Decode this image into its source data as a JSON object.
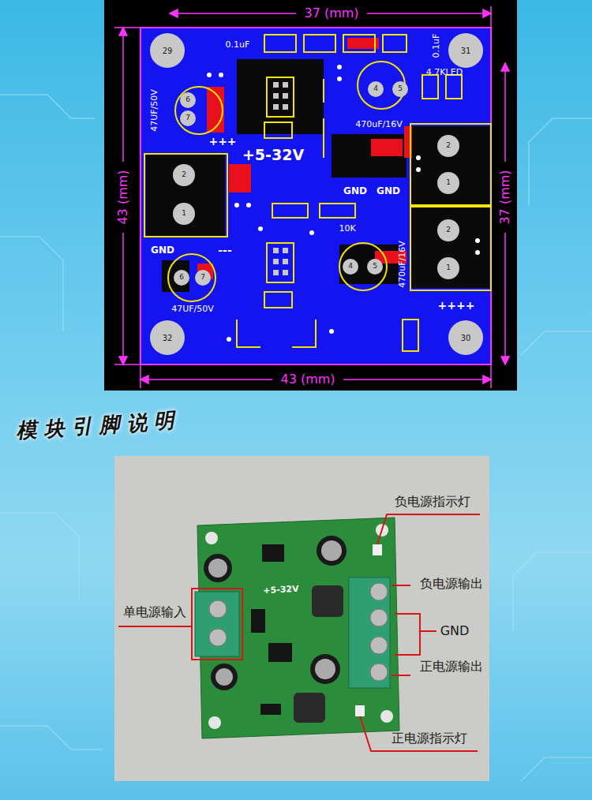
{
  "diagram": {
    "title": "模块引脚说明",
    "labels": [
      "37 (mm)",
      "43 (mm)",
      "37 (mm)",
      "43 (mm)",
      "29",
      "31",
      "32",
      "30",
      "0.1uF",
      "0.1uF",
      "4.7KLED",
      "47UF/50V",
      "+++",
      "+5-32V",
      "470uF/16V",
      "GND",
      "GND",
      "10K",
      "GND",
      "---",
      "47UF/50V",
      "470uF/16V",
      "++++",
      "6",
      "7",
      "4",
      "5",
      "2",
      "1",
      "2",
      "1",
      "2",
      "1",
      "6",
      "7",
      "4",
      "5",
      "负电源指示灯",
      "负电源输出",
      "单电源输入",
      "GND",
      "正电源输出",
      "正电源指示灯",
      "+5-32V"
    ]
  }
}
